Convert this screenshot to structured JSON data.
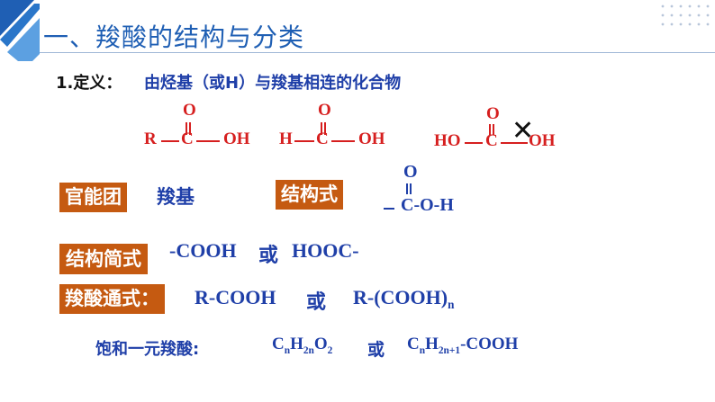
{
  "title": "一、羧酸的结构与分类",
  "definition": {
    "label": "1.定义：",
    "text": "由烃基（或H）与羧基相连的化合物"
  },
  "structures": [
    {
      "top_o": "O",
      "left": "R",
      "c": "C",
      "right": "OH"
    },
    {
      "top_o": "O",
      "left": "H",
      "c": "C",
      "right": "OH"
    },
    {
      "top_o": "O",
      "left": "HO",
      "c": "C",
      "right": "OH",
      "mark": "✕"
    }
  ],
  "functional_group": {
    "tag": "官能团",
    "value": "羧基"
  },
  "structural_formula": {
    "tag": "结构式",
    "top_o": "O",
    "formula": "C-O-H"
  },
  "condensed": {
    "tag": "结构简式",
    "left": "-COOH",
    "or": "或",
    "right": "HOOC-"
  },
  "general": {
    "tag": "羧酸通式：",
    "left": "R-COOH",
    "or": "或",
    "right_main": "R-(COOH)",
    "right_sub": "n"
  },
  "saturated": {
    "label": "饱和一元羧酸:",
    "f1": {
      "c": "C",
      "cs": "n",
      "h": "H",
      "hs": "2n",
      "o": "O",
      "os": "2"
    },
    "or": "或",
    "f2": {
      "c": "C",
      "cs": "n",
      "h": "H",
      "hs": "2n+1",
      "tail": "-COOH"
    }
  },
  "colors": {
    "title": "#1f5fb4",
    "tag_bg": "#c55a11",
    "formula_blue": "#1f3fa8",
    "formula_red": "#d61f1f"
  }
}
